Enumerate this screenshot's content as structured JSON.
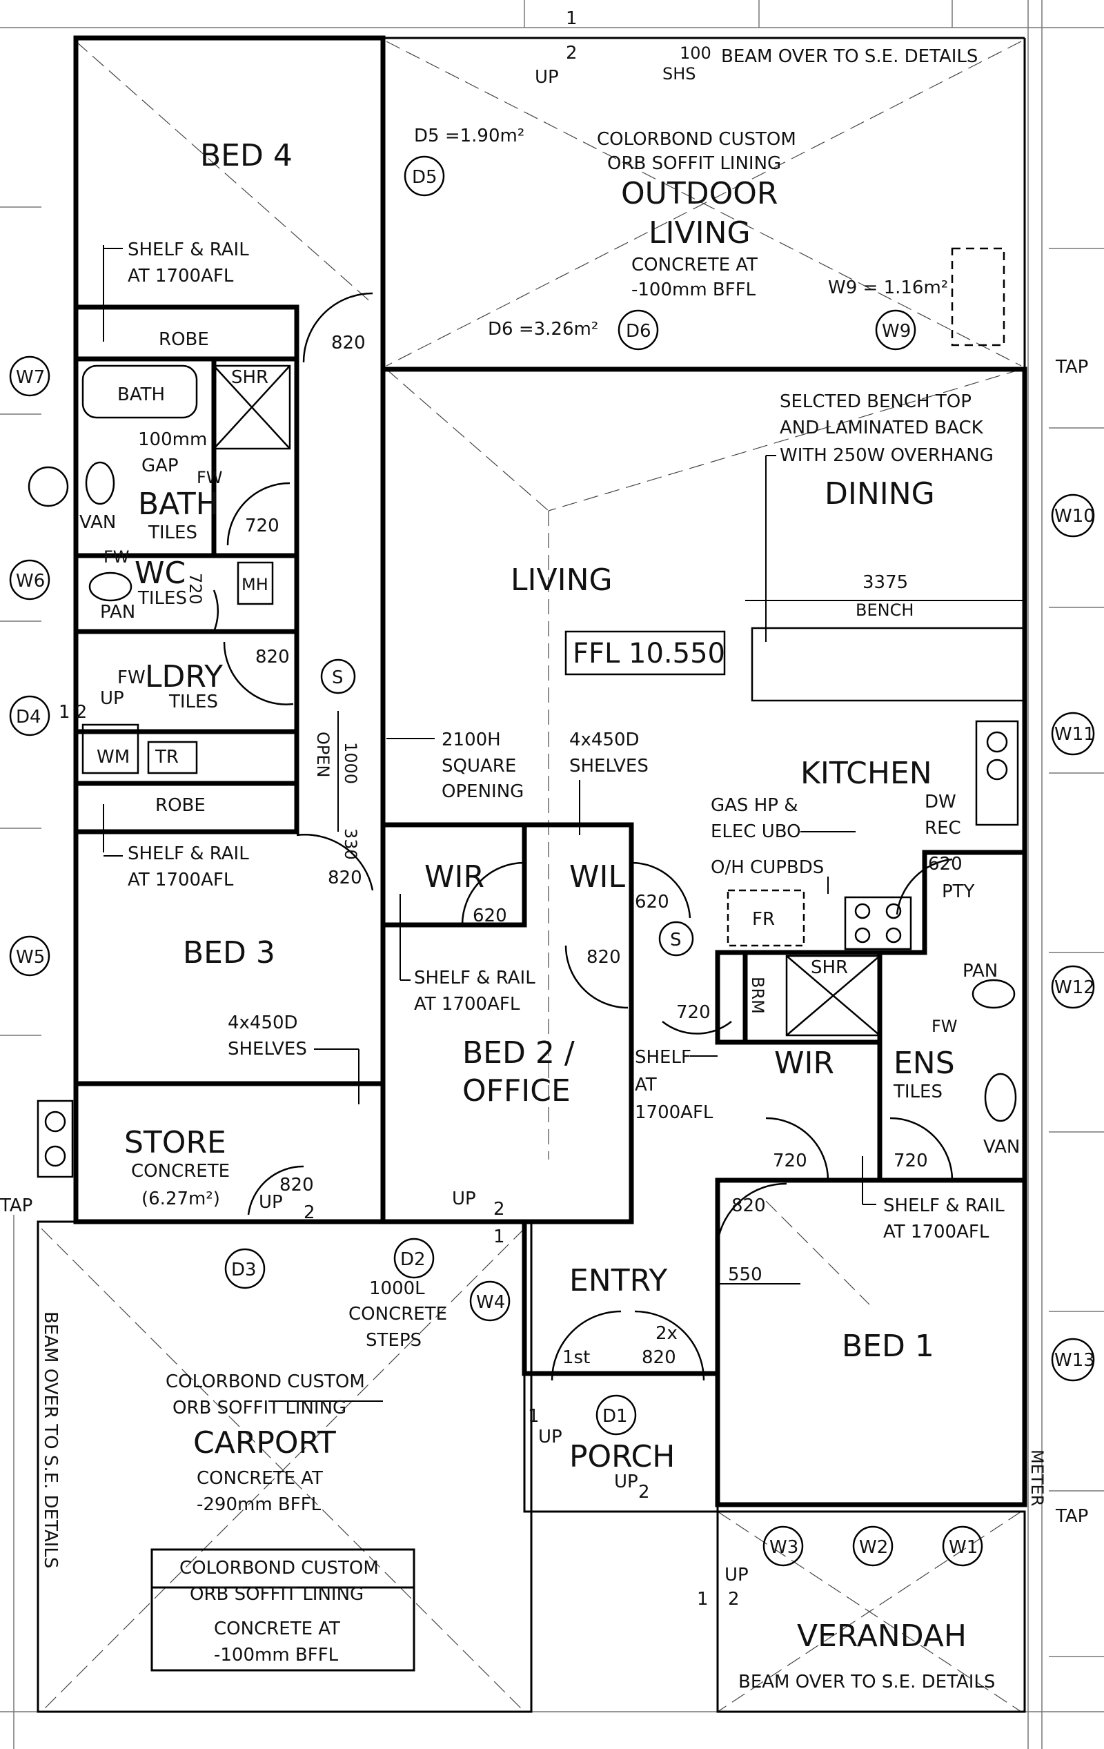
{
  "rooms": {
    "bed4": "BED 4",
    "outdoor_living_1": "OUTDOOR",
    "outdoor_living_2": "LIVING",
    "dining": "DINING",
    "living": "LIVING",
    "kitchen": "KITCHEN",
    "bath": "BATH",
    "wc": "WC",
    "ldry": "LDRY",
    "bed3": "BED 3",
    "store": "STORE",
    "bed2_1": "BED 2 /",
    "bed2_2": "OFFICE",
    "wir_a": "WIR",
    "wil": "WIL",
    "wir_b": "WIR",
    "ens": "ENS",
    "entry": "ENTRY",
    "bed1": "BED 1",
    "carport": "CARPORT",
    "porch": "PORCH",
    "verandah": "VERANDAH"
  },
  "notes": {
    "beam_top": "BEAM OVER TO S.E. DETAILS",
    "beam_left": "BEAM OVER TO S.E. DETAILS",
    "beam_bottom": "BEAM OVER TO S.E. DETAILS",
    "soffit_top_1": "COLORBOND CUSTOM",
    "soffit_top_2": "ORB SOFFIT LINING",
    "concrete_top_1": "CONCRETE AT",
    "concrete_top_2": "-100mm BFFL",
    "d5_area": "D5 =1.90m²",
    "d6_area": "D6 =3.26m²",
    "w9_area": "W9 = 1.16m²",
    "shelf_rail_bed4_1": "SHELF & RAIL",
    "shelf_rail_bed4_2": "AT 1700AFL",
    "robe_top": "ROBE",
    "bath_fixture": "BATH",
    "shr_bath": "SHR",
    "gap_1": "100mm",
    "gap_2": "GAP",
    "fw_bath": "FW",
    "tiles_bath": "TILES",
    "van_bath": "VAN",
    "fw_wc": "FW",
    "tiles_wc": "TILES",
    "pan_wc": "PAN",
    "mh": "MH",
    "fw_ldry": "FW",
    "tiles_ldry": "TILES",
    "up_ldry": "UP",
    "steps_ldry": "1  2",
    "wm": "WM",
    "tr": "TR",
    "robe_mid": "ROBE",
    "shelf_rail_bed3_1": "SHELF & RAIL",
    "shelf_rail_bed3_2": "AT 1700AFL",
    "shelves_bed3_1": "4x450D",
    "shelves_bed3_2": "SHELVES",
    "store_concrete": "CONCRETE",
    "store_area": "(6.27m²)",
    "bench_top_1": "SELCTED BENCH TOP",
    "bench_top_2": "AND LAMINATED BACK",
    "bench_top_3": "WITH 250W OVERHANG",
    "bench_dim": "3375",
    "bench_label": "BENCH",
    "ffl": "FFL 10.550",
    "opening_1": "2100H",
    "opening_2": "SQUARE",
    "opening_3": "OPENING",
    "shelves_wil_1": "4x450D",
    "shelves_wil_2": "SHELVES",
    "gas_1": "GAS HP &",
    "gas_2": "ELEC UBO",
    "cupbds": "O/H CUPBDS",
    "dw": "DW",
    "rec": "REC",
    "pty": "PTY",
    "fr": "FR",
    "open_label": "OPEN",
    "dim_1000": "1000",
    "dim_330": "330",
    "shelf_rail_wir_1": "SHELF & RAIL",
    "shelf_rail_wir_2": "AT 1700AFL",
    "brm": "BRM",
    "shr_ens": "SHR",
    "pan_ens": "PAN",
    "fw_ens": "FW",
    "tiles_ens": "TILES",
    "van_ens": "VAN",
    "shelf_1": "SHELF",
    "shelf_2": "AT",
    "shelf_3": "1700AFL",
    "shelf_rail_ens_1": "SHELF & RAIL",
    "shelf_rail_ens_2": "AT 1700AFL",
    "steps_1": "1000L",
    "steps_2": "CONCRETE",
    "steps_3": "STEPS",
    "soffit_carport_1": "COLORBOND CUSTOM",
    "soffit_carport_2": "ORB SOFFIT LINING",
    "concrete_carport_1": "CONCRETE AT",
    "concrete_carport_2": "-290mm BFFL",
    "soffit_porch_1": "COLORBOND CUSTOM",
    "soffit_porch_2": "ORB SOFFIT LINING",
    "concrete_porch_1": "CONCRETE AT",
    "concrete_porch_2": "-100mm BFFL",
    "tap_1": "TAP",
    "tap_2": "TAP",
    "tap_3": "TAP",
    "meter": "METER",
    "shs_1": "100",
    "shs_2": "SHS",
    "up": "UP",
    "door_1st": "1st",
    "door_2x": "2x",
    "dim_550": "550"
  },
  "doors": {
    "d820_bed4": "820",
    "d720_bath": "720",
    "d720_wc": "720",
    "d820_ldry": "820",
    "d820_bed3": "820",
    "d620_wir": "620",
    "d620_wil": "620",
    "d820_bed2": "820",
    "d620_pty": "620",
    "d720_brm": "720",
    "d720_wir": "720",
    "d720_ens": "720",
    "d820_bed1": "820",
    "d820_store": "820",
    "d820_entry": "820"
  },
  "tags": {
    "D1": "D1",
    "D2": "D2",
    "D3": "D3",
    "D4": "D4",
    "D5": "D5",
    "D6": "D6",
    "W1": "W1",
    "W2": "W2",
    "W3": "W3",
    "W4": "W4",
    "W5": "W5",
    "W6": "W6",
    "W7": "W7",
    "W9": "W9",
    "W10": "W10",
    "W11": "W11",
    "W12": "W12",
    "W13": "W13",
    "S1": "S",
    "S2": "S"
  },
  "stair_numbers": {
    "one": "1",
    "two": "2"
  }
}
